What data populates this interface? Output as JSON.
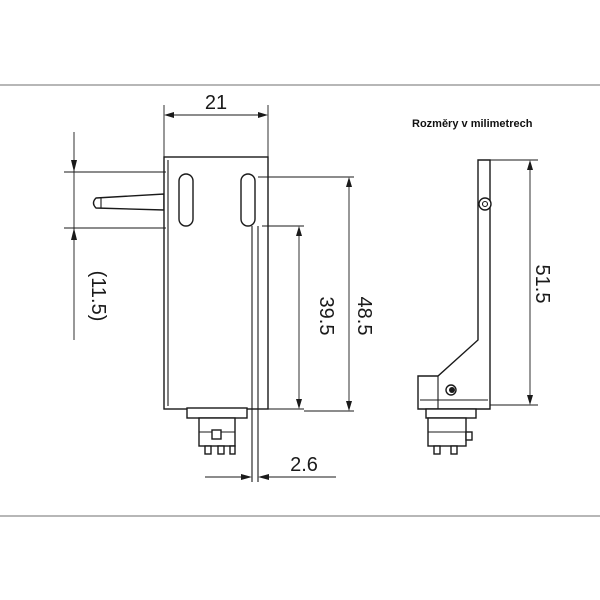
{
  "caption": "Rozměry v milimetrech",
  "dimensions": {
    "width": "21",
    "side_offset": "(11.5)",
    "slot_length": "39.5",
    "body_height": "48.5",
    "pin_offset": "2.6",
    "total_height": "51.5"
  },
  "colors": {
    "line": "#1a1a1a",
    "frame": "#8c8c8c",
    "background": "#ffffff"
  }
}
